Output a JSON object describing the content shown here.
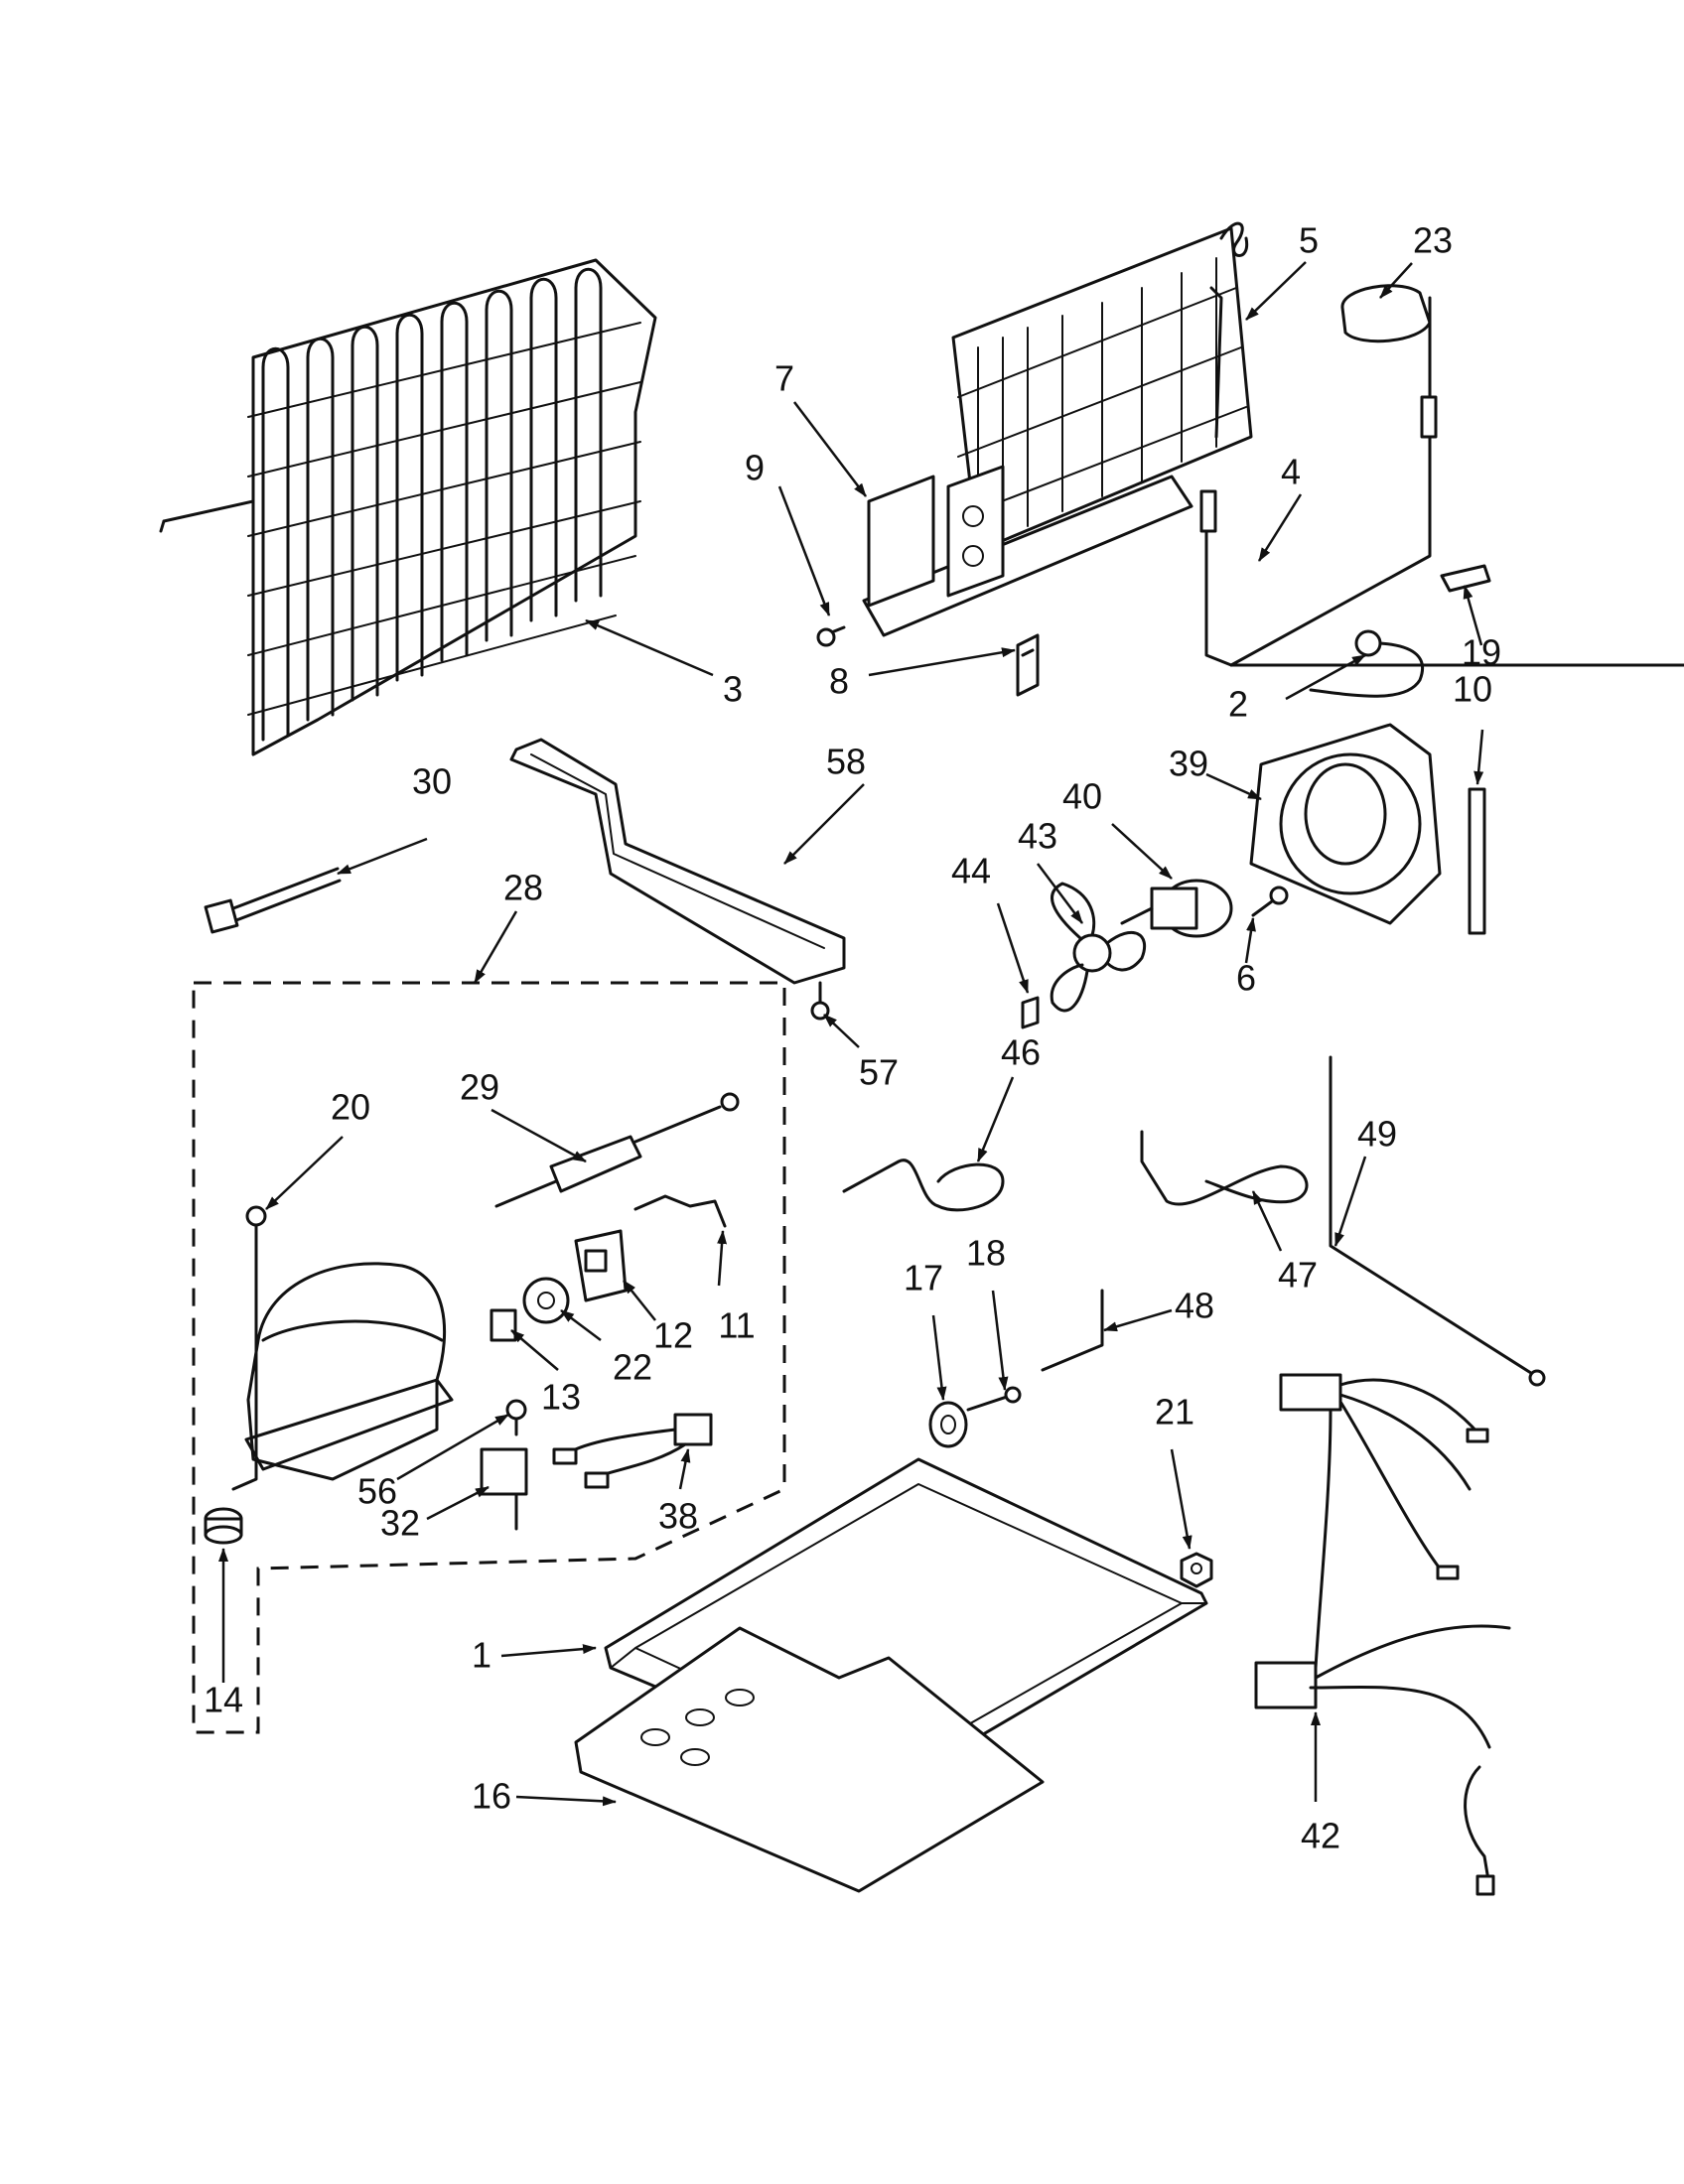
{
  "callouts": {
    "c1": "1",
    "c2": "2",
    "c3": "3",
    "c4": "4",
    "c5": "5",
    "c6": "6",
    "c7": "7",
    "c8": "8",
    "c9": "9",
    "c10": "10",
    "c11": "11",
    "c12": "12",
    "c13": "13",
    "c14": "14",
    "c16": "16",
    "c17": "17",
    "c18": "18",
    "c19": "19",
    "c20": "20",
    "c21": "21",
    "c22": "22",
    "c23": "23",
    "c28": "28",
    "c29": "29",
    "c30": "30",
    "c32": "32",
    "c38": "38",
    "c39": "39",
    "c40": "40",
    "c42": "42",
    "c43": "43",
    "c44": "44",
    "c46": "46",
    "c47": "47",
    "c48": "48",
    "c49": "49",
    "c56": "56",
    "c57": "57",
    "c58": "58"
  }
}
